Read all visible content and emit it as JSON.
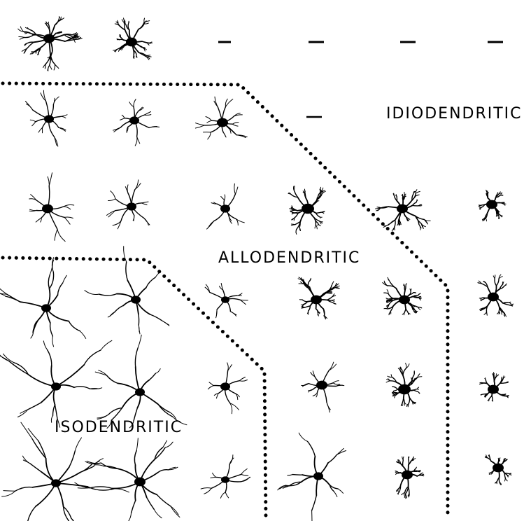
{
  "diagram": {
    "region_labels": {
      "idiodendritic": "IDIODENDRITIC",
      "allodendritic": "ALLODENDRITIC",
      "isodendritic": "ISODENDRITIC"
    },
    "ink_color": "#000000",
    "background_color": "#ffffff",
    "grid": {
      "rows": 6,
      "columns": 6,
      "missing_cells": [
        {
          "row": 1,
          "col": 3
        },
        {
          "row": 1,
          "col": 4
        },
        {
          "row": 1,
          "col": 5
        },
        {
          "row": 1,
          "col": 6
        },
        {
          "row": 2,
          "col": 4
        }
      ]
    },
    "boundaries": [
      {
        "name": "isodendritic-boundary",
        "style": "dotted"
      },
      {
        "name": "allodendritic-boundary",
        "style": "dotted"
      }
    ]
  }
}
